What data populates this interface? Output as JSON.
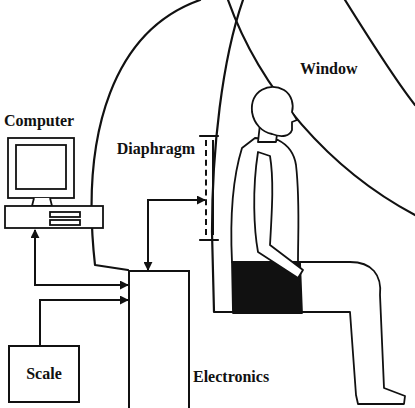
{
  "diagram": {
    "nodes": [
      {
        "text": [
          "Computer"
        ]
      },
      {
        "text": [
          "Diaphragm"
        ]
      },
      {
        "text": [
          "Scale"
        ]
      },
      {
        "text": [
          "Electronics"
        ]
      }
    ],
    "edges": [
      {
        "from": 0,
        "to": 3,
        "arrow": "both"
      },
      {
        "from": 2,
        "to": 3,
        "arrow": "to"
      },
      {
        "from": 3,
        "to": 1,
        "arrow": "both"
      }
    ],
    "labels": [
      "Window"
    ]
  }
}
